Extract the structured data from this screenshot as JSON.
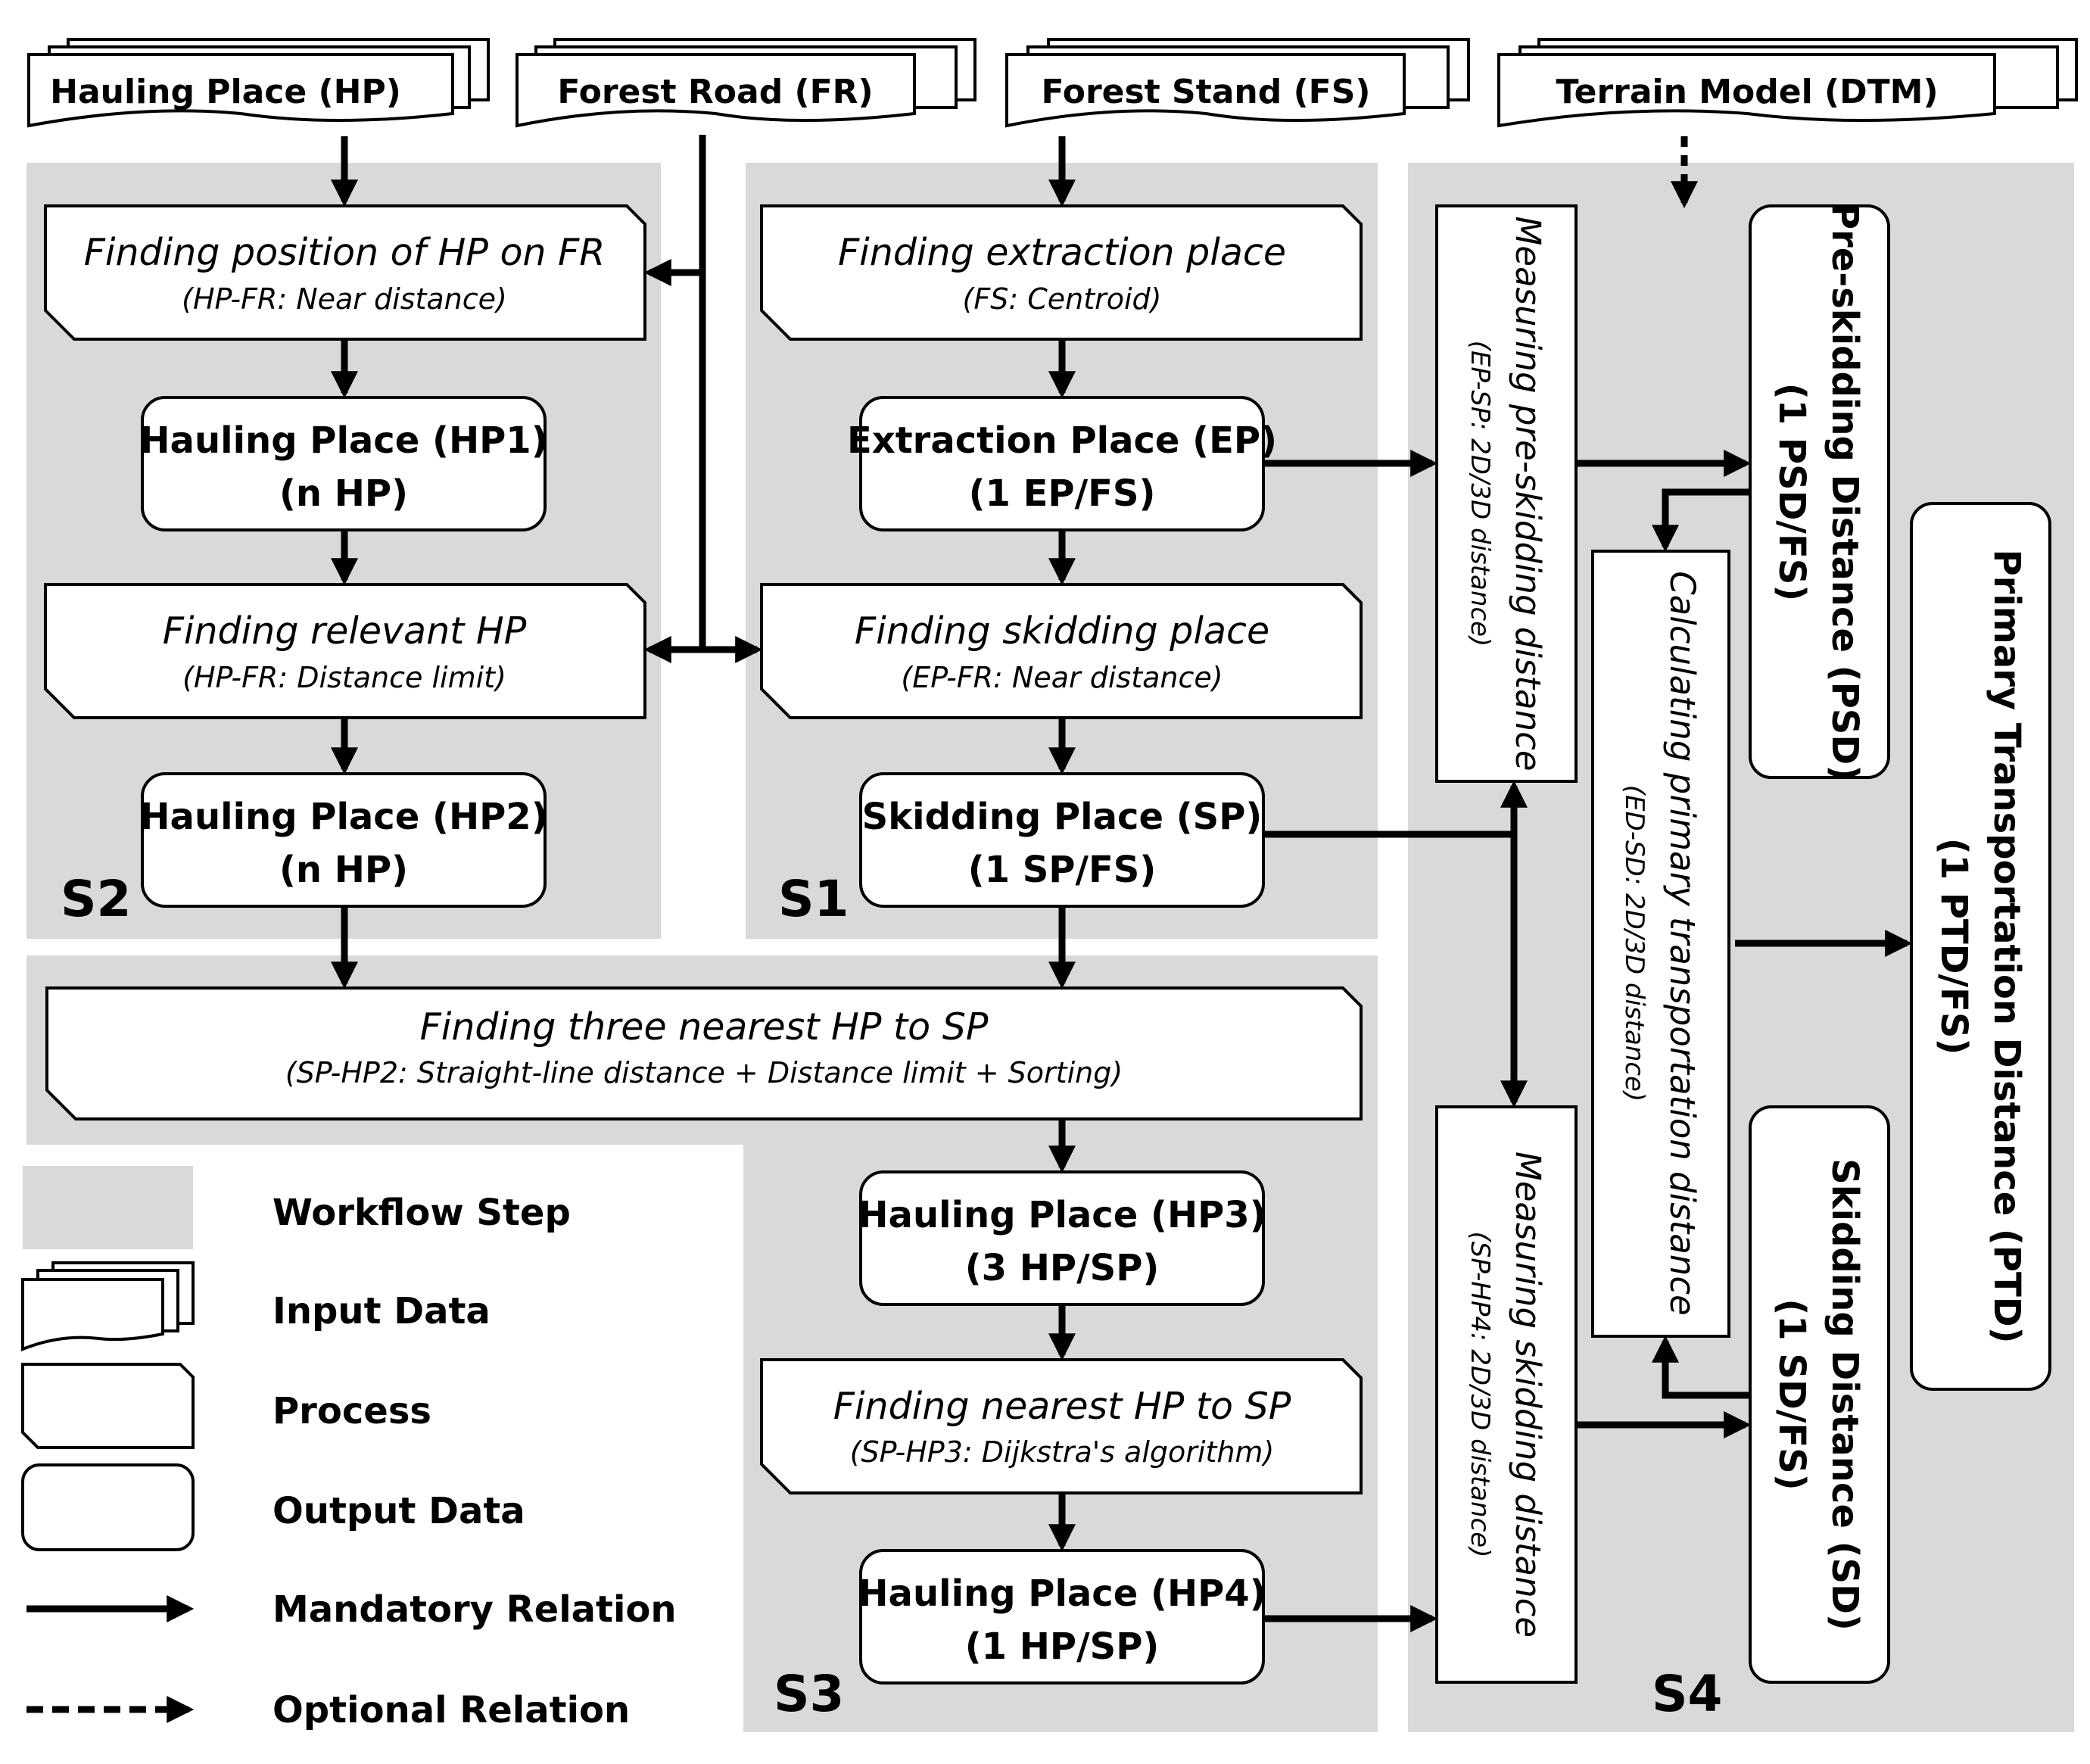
{
  "inputs": {
    "hp": "Hauling Place (HP)",
    "fr": "Forest Road (FR)",
    "fs": "Forest Stand (FS)",
    "dtm": "Terrain Model (DTM)"
  },
  "steps": {
    "s1": "S1",
    "s2": "S2",
    "s3": "S3",
    "s4": "S4"
  },
  "processes": {
    "find_hp_on_fr": {
      "title": "Finding position of HP on FR",
      "sub": "(HP-FR: Near distance)"
    },
    "find_relevant_hp": {
      "title": "Finding relevant HP",
      "sub": "(HP-FR: Distance limit)"
    },
    "find_extraction": {
      "title": "Finding extraction place",
      "sub": "(FS: Centroid)"
    },
    "find_skidding": {
      "title": "Finding skidding place",
      "sub": "(EP-FR: Near distance)"
    },
    "find_three_nearest": {
      "title": "Finding three nearest HP to SP",
      "sub": "(SP-HP2: Straight-line distance + Distance limit + Sorting)"
    },
    "find_nearest": {
      "title": "Finding nearest HP to SP",
      "sub": "(SP-HP3: Dijkstra's algorithm)"
    },
    "measure_preskid": {
      "title": "Measuring pre-skidding distance",
      "sub": "(EP-SP: 2D/3D distance)"
    },
    "calc_primary": {
      "title": "Calculating primary transportation distance",
      "sub": "(ED-SD: 2D/3D distance)"
    },
    "measure_skid": {
      "title": "Measuring skidding distance",
      "sub": "(SP-HP4: 2D/3D distance)"
    }
  },
  "outputs": {
    "hp1": {
      "line1": "Hauling Place (HP1)",
      "line2": "(n HP)"
    },
    "hp2": {
      "line1": "Hauling Place (HP2)",
      "line2": "(n HP)"
    },
    "ep": {
      "line1": "Extraction Place (EP)",
      "line2": "(1 EP/FS)"
    },
    "sp": {
      "line1": "Skidding Place (SP)",
      "line2": "(1 SP/FS)"
    },
    "hp3": {
      "line1": "Hauling Place (HP3)",
      "line2": "(3 HP/SP)"
    },
    "hp4": {
      "line1": "Hauling Place (HP4)",
      "line2": "(1 HP/SP)"
    },
    "psd": {
      "line1": "Pre-skidding Distance (PSD)",
      "line2": "(1 PSD/FS)"
    },
    "sd": {
      "line1": "Skidding Distance (SD)",
      "line2": "(1 SD/FS)"
    },
    "ptd": {
      "line1": "Primary Transportation Distance (PTD)",
      "line2": "(1 PTD/FS)"
    }
  },
  "legend": {
    "workflow_step": "Workflow Step",
    "input_data": "Input Data",
    "process": "Process",
    "output_data": "Output Data",
    "mandatory": "Mandatory Relation",
    "optional": "Optional Relation"
  },
  "colors": {
    "step_fill": "#d9d9d9",
    "stroke": "#000000",
    "box_fill": "#ffffff"
  }
}
